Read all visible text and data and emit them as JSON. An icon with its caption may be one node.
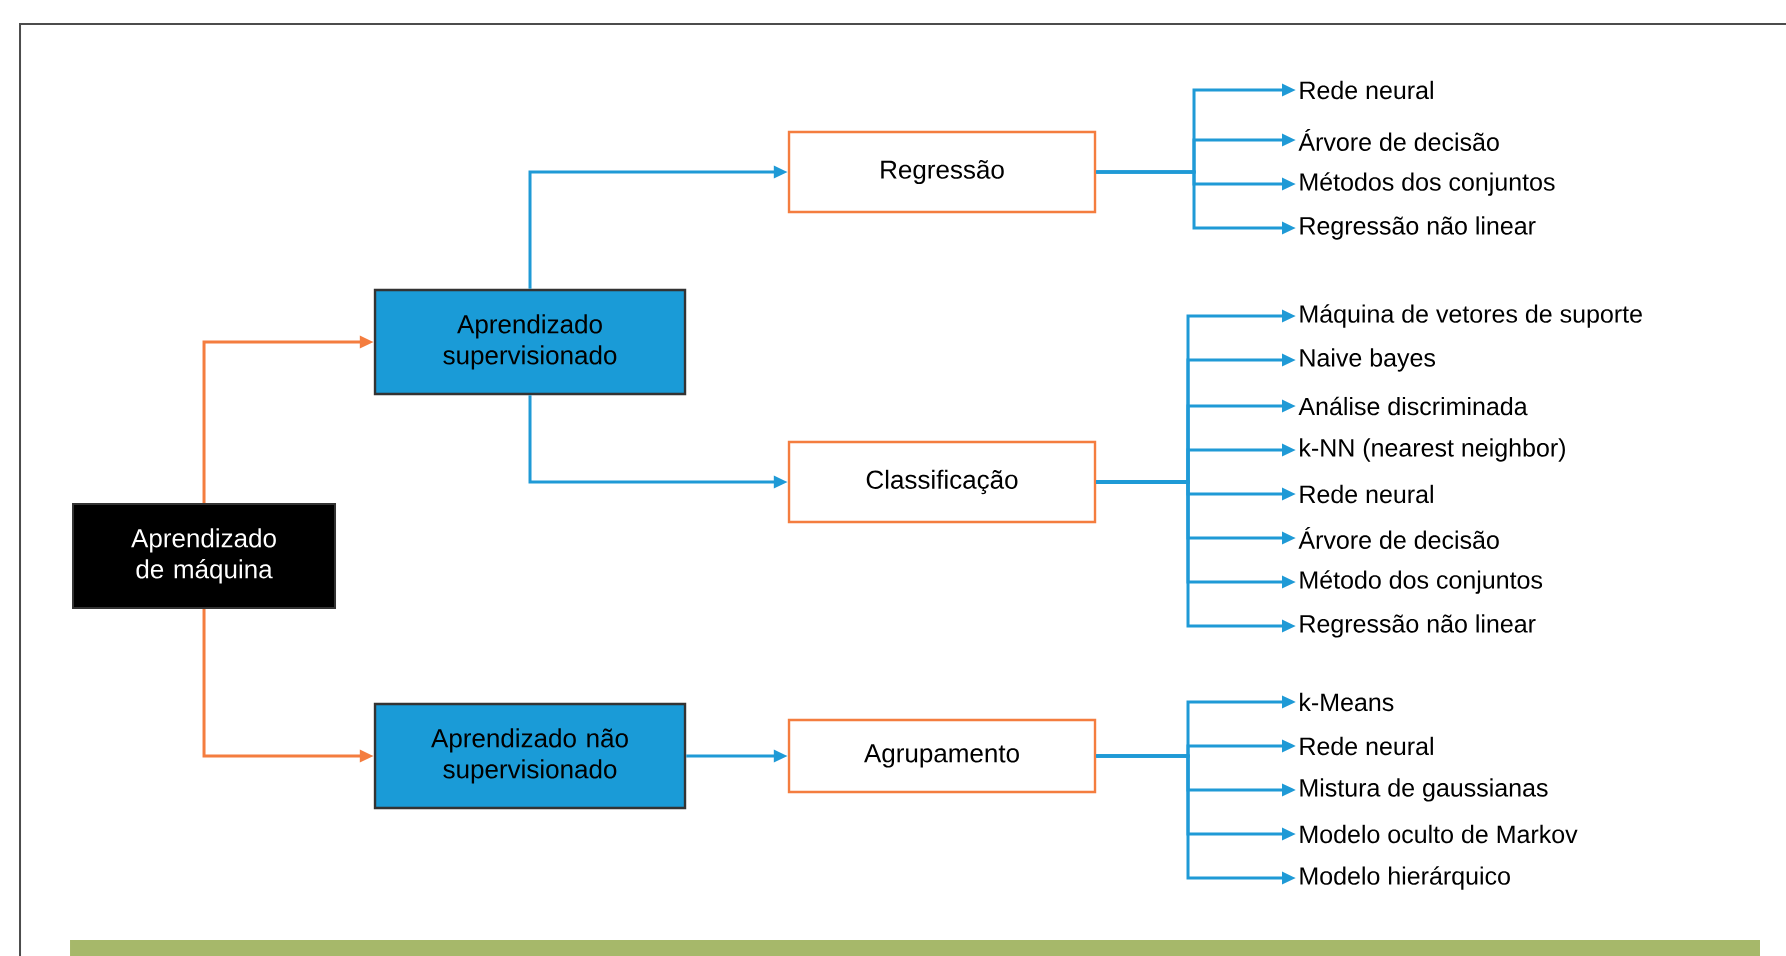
{
  "diagram": {
    "nodes": [
      {
        "text": [
          "Aprendizado de máquina"
        ]
      },
      {
        "text": [
          "Aprendizado supervisionado"
        ]
      },
      {
        "text": [
          "Aprendizado não supervisionado"
        ]
      },
      {
        "text": [
          "Regressão"
        ]
      },
      {
        "text": [
          "Classificação"
        ]
      },
      {
        "text": [
          "Agrupamento"
        ]
      },
      {
        "text": [
          "Rede neural"
        ]
      },
      {
        "text": [
          "Árvore de decisão"
        ]
      },
      {
        "text": [
          "Métodos dos conjuntos"
        ]
      },
      {
        "text": [
          "Regressão não linear"
        ]
      },
      {
        "text": [
          "Máquina de vetores de suporte"
        ]
      },
      {
        "text": [
          "Naive bayes"
        ]
      },
      {
        "text": [
          "Análise discriminada"
        ]
      },
      {
        "text": [
          "k-NN (nearest neighbor)"
        ]
      },
      {
        "text": [
          "Rede neural"
        ]
      },
      {
        "text": [
          "Árvore de decisão"
        ]
      },
      {
        "text": [
          "Método dos conjuntos"
        ]
      },
      {
        "text": [
          "Regressão não linear"
        ]
      },
      {
        "text": [
          "k-Means"
        ]
      },
      {
        "text": [
          "Rede neural"
        ]
      },
      {
        "text": [
          "Mistura de gaussianas"
        ]
      },
      {
        "text": [
          "Modelo oculto de Markov"
        ]
      },
      {
        "text": [
          "Modelo hierárquico"
        ]
      }
    ],
    "edges": [
      {
        "from": 0,
        "to": 1,
        "arrow": "to",
        "color": "#f47d3f"
      },
      {
        "from": 0,
        "to": 2,
        "arrow": "to",
        "color": "#f47d3f"
      },
      {
        "from": 1,
        "to": 3,
        "arrow": "to"
      },
      {
        "from": 1,
        "to": 4,
        "arrow": "to"
      },
      {
        "from": 2,
        "to": 5,
        "arrow": "to"
      },
      {
        "from": 3,
        "to": 6,
        "arrow": "to"
      },
      {
        "from": 3,
        "to": 7,
        "arrow": "to"
      },
      {
        "from": 3,
        "to": 8,
        "arrow": "to"
      },
      {
        "from": 3,
        "to": 9,
        "arrow": "to"
      },
      {
        "from": 4,
        "to": 10,
        "arrow": "to"
      },
      {
        "from": 4,
        "to": 11,
        "arrow": "to"
      },
      {
        "from": 4,
        "to": 12,
        "arrow": "to"
      },
      {
        "from": 4,
        "to": 13,
        "arrow": "to"
      },
      {
        "from": 4,
        "to": 14,
        "arrow": "to"
      },
      {
        "from": 4,
        "to": 15,
        "arrow": "to"
      },
      {
        "from": 4,
        "to": 16,
        "arrow": "to"
      },
      {
        "from": 4,
        "to": 17,
        "arrow": "to"
      },
      {
        "from": 5,
        "to": 18,
        "arrow": "to"
      },
      {
        "from": 5,
        "to": 19,
        "arrow": "to"
      },
      {
        "from": 5,
        "to": 20,
        "arrow": "to"
      },
      {
        "from": 5,
        "to": 21,
        "arrow": "to"
      },
      {
        "from": 5,
        "to": 22,
        "arrow": "to"
      }
    ]
  }
}
